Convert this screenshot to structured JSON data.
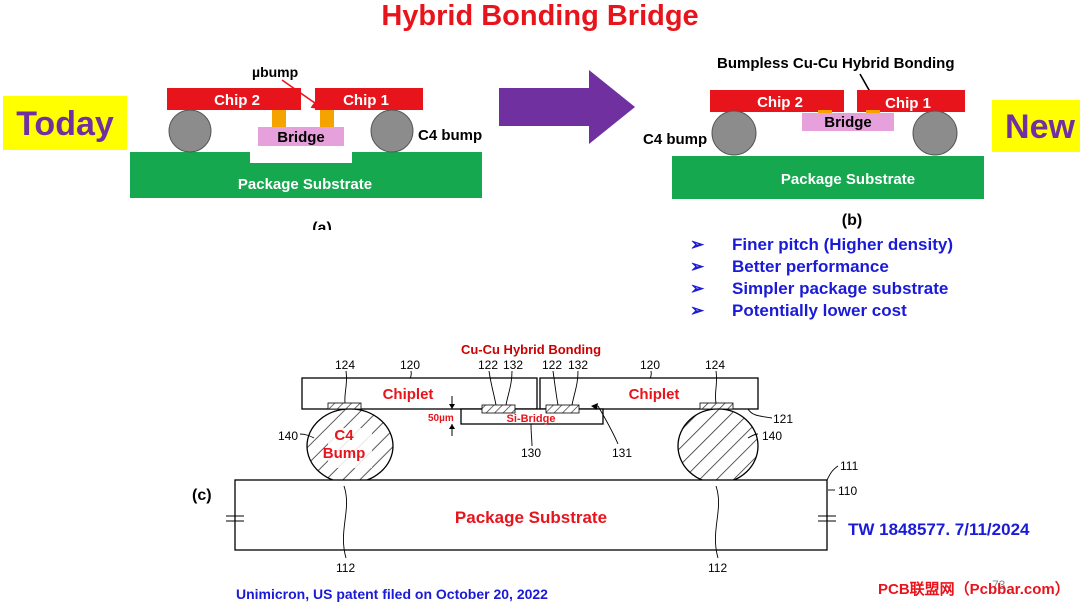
{
  "title": "Hybrid Bonding Bridge",
  "panel_a": {
    "tag": "Today",
    "chip2": "Chip 2",
    "chip1": "Chip 1",
    "ubump": "µbump",
    "bridge": "Bridge",
    "c4": "C4 bump",
    "substrate": "Package Substrate",
    "caption": "(a)"
  },
  "panel_b": {
    "tag": "New",
    "callout": "Bumpless Cu-Cu Hybrid Bonding",
    "chip2": "Chip 2",
    "chip1": "Chip 1",
    "bridge": "Bridge",
    "c4": "C4 bump",
    "substrate": "Package Substrate",
    "caption": "(b)"
  },
  "benefits": [
    "Finer pitch (Higher density)",
    "Better performance",
    "Simpler package substrate",
    "Potentially lower cost"
  ],
  "bullet_glyph": "➢",
  "panel_c": {
    "caption": "(c)",
    "hybrid_label": "Cu-Cu Hybrid Bonding",
    "chiplet_left": "Chiplet",
    "chiplet_right": "Chiplet",
    "c4_line1": "C4",
    "c4_line2": "Bump",
    "si_bridge": "Si-Bridge",
    "thickness": "50µm",
    "substrate": "Package Substrate",
    "refs": {
      "r124a": "124",
      "r120a": "120",
      "r122a": "122",
      "r132a": "132",
      "r122b": "122",
      "r132b": "132",
      "r120b": "120",
      "r124b": "124",
      "r121": "121",
      "r140a": "140",
      "r140b": "140",
      "r130": "130",
      "r131": "131",
      "r111": "111",
      "r110": "110",
      "r112a": "112",
      "r112b": "112"
    }
  },
  "patent_ref": "TW 1848577. 7/11/2024",
  "footnote": "Unimicron, US patent filed on October 20, 2022",
  "page_number": "73",
  "watermark": "PCB联盟网（Pcbbar.com）",
  "colors": {
    "red": "#e8141c",
    "orange": "#f5a300",
    "pink": "#e6a0dc",
    "green": "#16a84f",
    "gray": "#8c8c8c",
    "yellow": "#ffff00",
    "purple": "#7030a0",
    "blue": "#1a1ad8",
    "dark_red": "#cc0000"
  }
}
